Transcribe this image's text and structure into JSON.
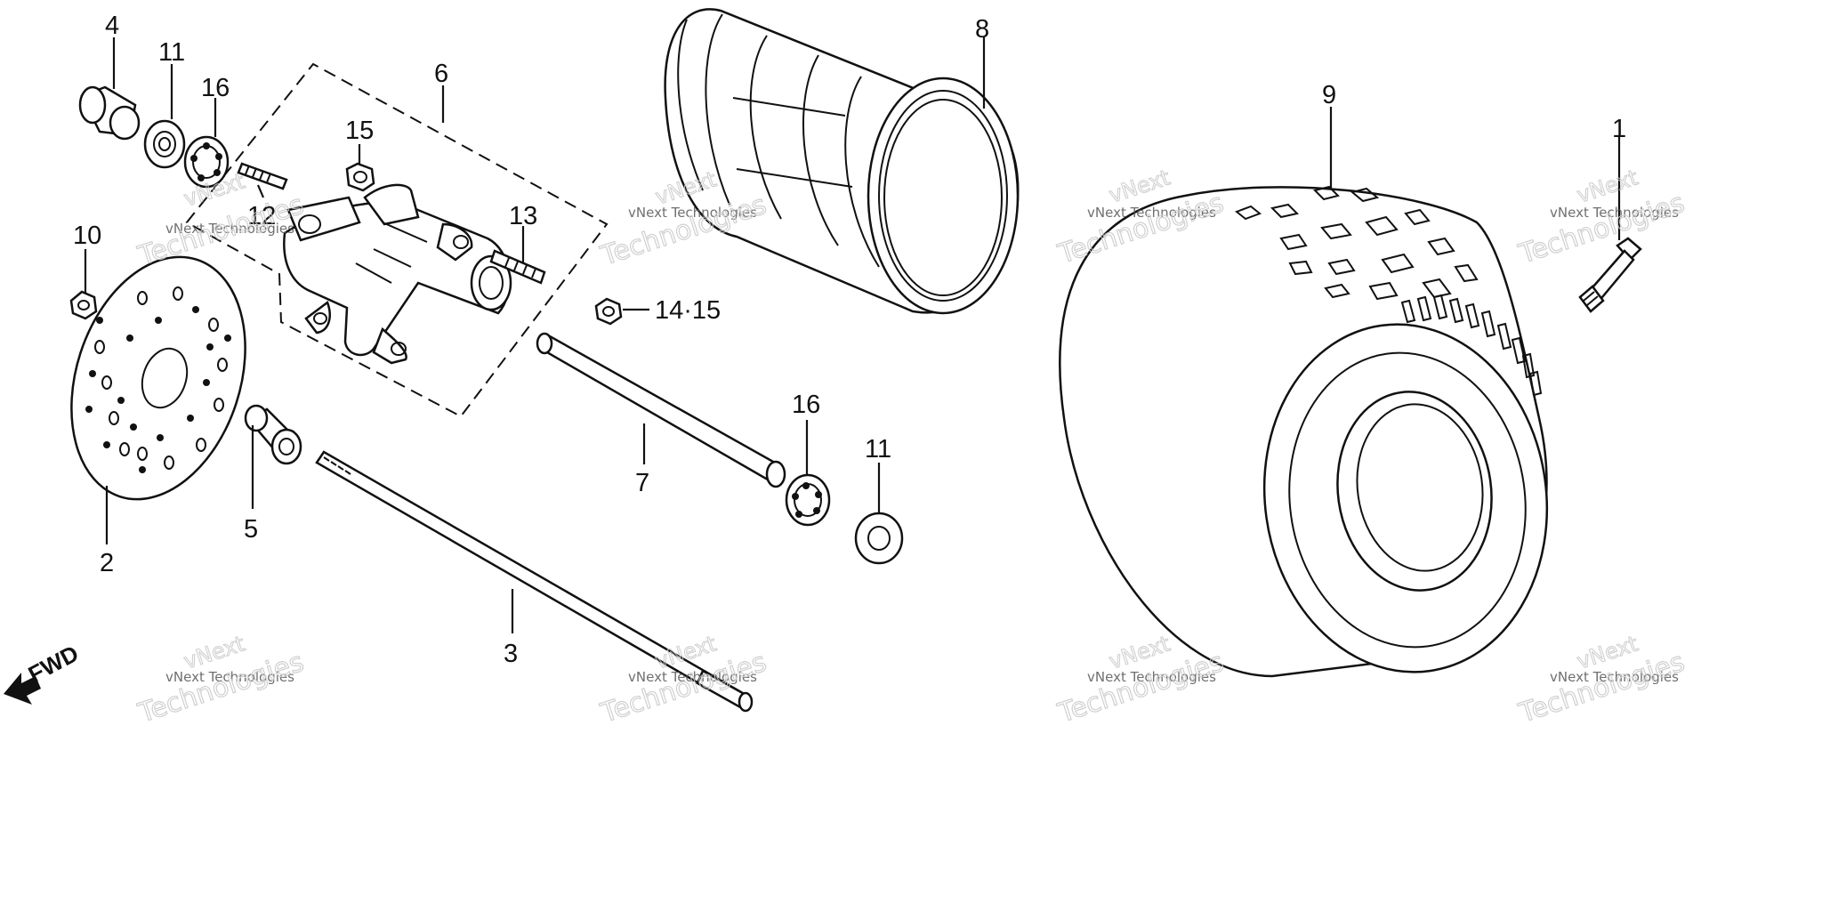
{
  "diagram": {
    "callouts": [
      "4",
      "11",
      "16",
      "6",
      "15",
      "12",
      "13",
      "10",
      "14·15",
      "2",
      "5",
      "7",
      "16",
      "11",
      "3",
      "8",
      "9",
      "1"
    ],
    "direction_label": "FWD"
  },
  "watermark": {
    "brand_top": "vNext",
    "brand_line": "vNext Technologies",
    "brand_bottom": "Technologies"
  },
  "icons": [
    "fwd-arrow-icon"
  ]
}
